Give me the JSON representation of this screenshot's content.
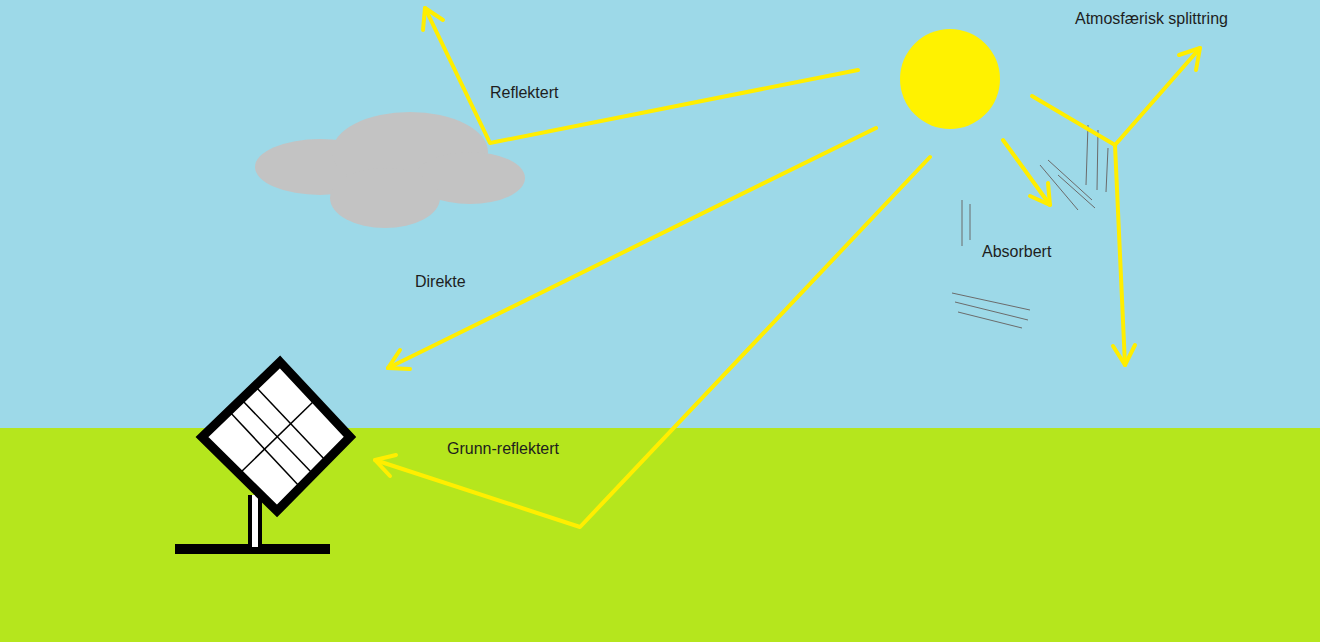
{
  "diagram": {
    "labels": [
      "Reflektert",
      "Direkte",
      "Absorbert",
      "Atmosfærisk splittring",
      "Grunn-reflektert"
    ]
  }
}
